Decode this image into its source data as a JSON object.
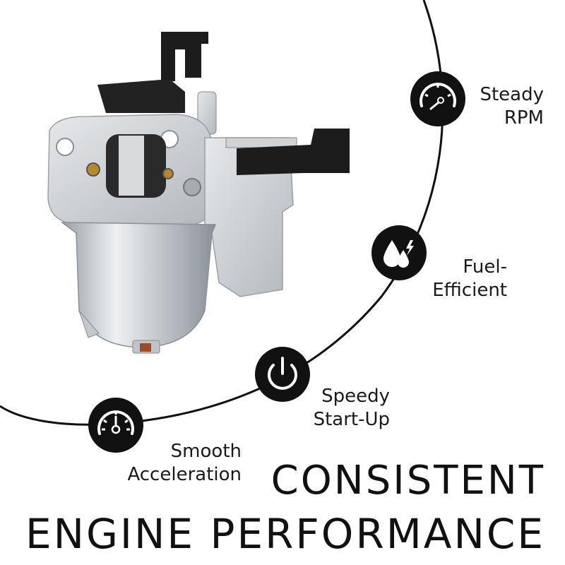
{
  "features": [
    {
      "label_line1": "Steady",
      "label_line2": "RPM",
      "icon": "speedometer-icon"
    },
    {
      "label_line1": "Fuel-",
      "label_line2": "Efficient",
      "icon": "fuel-drops-icon"
    },
    {
      "label_line1": "Speedy",
      "label_line2": "Start-Up",
      "icon": "power-icon"
    },
    {
      "label_line1": "Smooth",
      "label_line2": "Acceleration",
      "icon": "gauge-icon"
    }
  ],
  "headline": {
    "line1": "CONSISTENT",
    "line2": "ENGINE PERFORMANCE"
  },
  "product": {
    "icon": "carburetor-image"
  },
  "colors": {
    "accent": "#111111",
    "background": "#ffffff",
    "metal": "#c8ccd0",
    "plastic": "#1c1c1c"
  }
}
